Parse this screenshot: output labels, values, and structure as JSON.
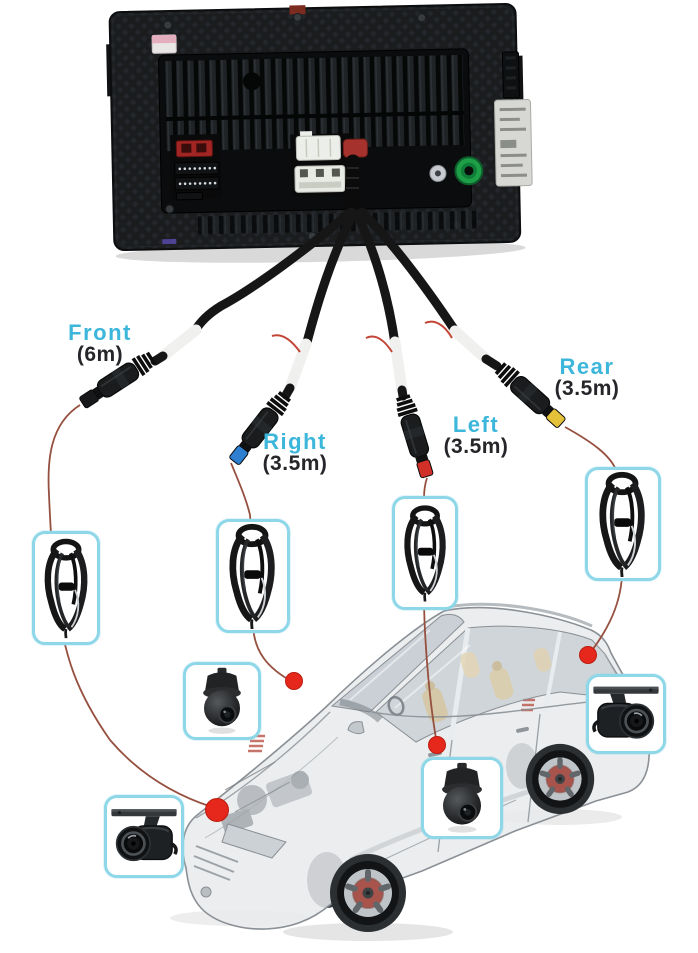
{
  "cables": [
    {
      "id": "front",
      "label": "Front",
      "length_label": "(6m)",
      "tip_color": "#17181a"
    },
    {
      "id": "right",
      "label": "Right",
      "length_label": "(3.5m)",
      "tip_color": "#2e7fd0"
    },
    {
      "id": "left",
      "label": "Left",
      "length_label": "(3.5m)",
      "tip_color": "#d03028"
    },
    {
      "id": "rear",
      "label": "Rear",
      "length_label": "(3.5m)",
      "tip_color": "#e3c23a"
    }
  ],
  "callouts": {
    "coil_icon": "coiled-extension-cable-icon",
    "dome_camera_icon": "dome-camera-icon",
    "bracket_camera_icon": "bracket-camera-icon",
    "coil_count": 4,
    "camera_count": 4
  },
  "markers": {
    "count": 4,
    "color": "#e5281b"
  },
  "colors": {
    "label_accent": "#3cb6da",
    "label_text": "#26262a",
    "callout_border": "#8ed7e8",
    "wire": "#96503f",
    "head_unit_body": "#1a1c1e",
    "rca_jack_green": "#1f9e48"
  }
}
